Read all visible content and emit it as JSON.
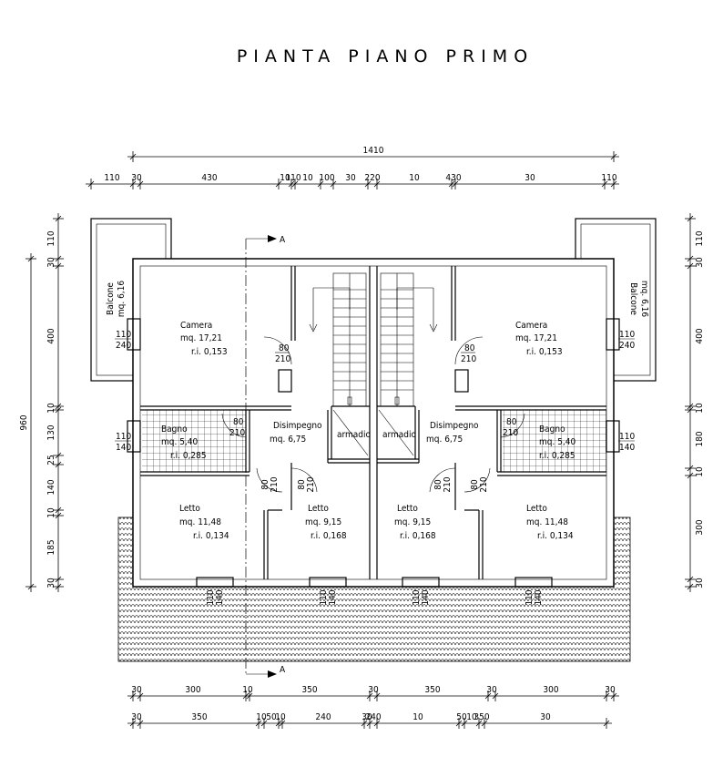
{
  "title": "PIANTA PIANO PRIMO",
  "section_marker": "A",
  "top_dims": {
    "total": "1410",
    "segments": [
      "110",
      "30",
      "430",
      "10",
      "110",
      "10",
      "100",
      "30",
      "220",
      "10",
      "430",
      "30",
      "110"
    ]
  },
  "bottom_dims": {
    "row1": [
      "30",
      "300",
      "10",
      "350",
      "30",
      "350",
      "30",
      "300",
      "30"
    ],
    "row2": [
      "30",
      "350",
      "10",
      "50",
      "10",
      "240",
      "30",
      "240",
      "10",
      "50",
      "10",
      "350",
      "30"
    ]
  },
  "left_dims": {
    "total": "960",
    "segments": [
      "110",
      "30",
      "400",
      "10",
      "130",
      "25",
      "140",
      "10",
      "185",
      "30"
    ]
  },
  "right_dims": {
    "segments": [
      "110",
      "30",
      "400",
      "10",
      "180",
      "10",
      "300",
      "30"
    ]
  },
  "rooms": {
    "camera_left": {
      "name": "Camera",
      "area": "mq. 17,21",
      "ri": "r.i. 0,153"
    },
    "camera_right": {
      "name": "Camera",
      "area": "mq. 17,21",
      "ri": "r.i. 0,153"
    },
    "bagno_left": {
      "name": "Bagno",
      "area": "mq. 5,40",
      "ri": "r.i. 0,285"
    },
    "bagno_right": {
      "name": "Bagno",
      "area": "mq. 5,40",
      "ri": "r.i. 0,285"
    },
    "disimpegno_left": {
      "name": "Disimpegno",
      "area": "mq. 6,75"
    },
    "disimpegno_right": {
      "name": "Disimpegno",
      "area": "mq. 6,75"
    },
    "letto1_left": {
      "name": "Letto",
      "area": "mq. 11,48",
      "ri": "r.i. 0,134"
    },
    "letto2_left": {
      "name": "Letto",
      "area": "mq. 9,15",
      "ri": "r.i. 0,168"
    },
    "letto2_right": {
      "name": "Letto",
      "area": "mq. 9,15",
      "ri": "r.i. 0,168"
    },
    "letto1_right": {
      "name": "Letto",
      "area": "mq. 11,48",
      "ri": "r.i. 0,134"
    },
    "armadio_left": {
      "name": "armadio"
    },
    "armadio_right": {
      "name": "armadio"
    },
    "balcone_left": {
      "name": "Balcone",
      "area": "mq. 6,16"
    },
    "balcone_right": {
      "name": "Balcone",
      "area": "mq. 6,16"
    }
  },
  "openings": {
    "door_80_210": {
      "w": "80",
      "h": "210"
    },
    "window_110_240": {
      "w": "110",
      "h": "240"
    },
    "window_110_140": {
      "w": "110",
      "h": "140"
    }
  }
}
